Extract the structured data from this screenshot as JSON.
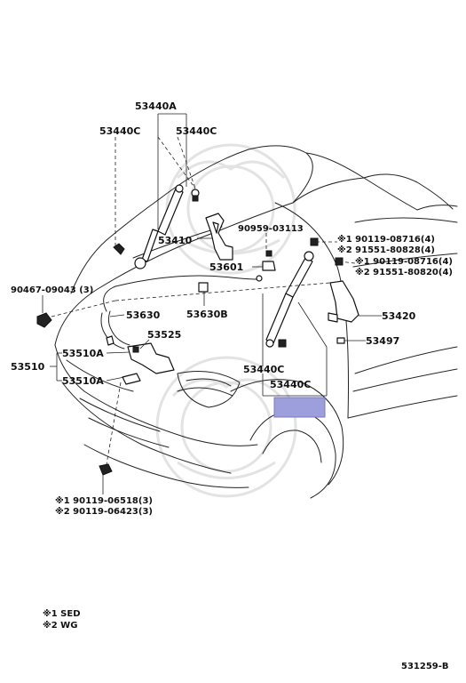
{
  "labels": {
    "p53440A": "53440A",
    "p53440C_tl": "53440C",
    "p53440C_tr": "53440C",
    "p53410": "53410",
    "p90959": "90959-03113",
    "p53601": "53601",
    "p90467": "90467-09043 (3)",
    "p53630": "53630",
    "p53630B": "53630B",
    "p53525": "53525",
    "p53510": "53510",
    "p53510A_1": "53510A",
    "p53510A_2": "53510A",
    "p53440C_mid1": "53440C",
    "p53440C_mid2": "53440C",
    "p53420": "53420",
    "p53497": "53497",
    "r1": "※1 90119-08716(4)",
    "r2": "※2 91551-80828(4)",
    "r3": "※1 90119-08716(4)",
    "r4": "※2 91551-80820(4)",
    "b1": "※1 90119-06518(3)",
    "b2": "※2 90119-06423(3)"
  },
  "legend": {
    "l1": "※1  SED",
    "l2": "※2  WG"
  },
  "figure_code": "531259-B",
  "highlight_color": "#9d9fdc"
}
